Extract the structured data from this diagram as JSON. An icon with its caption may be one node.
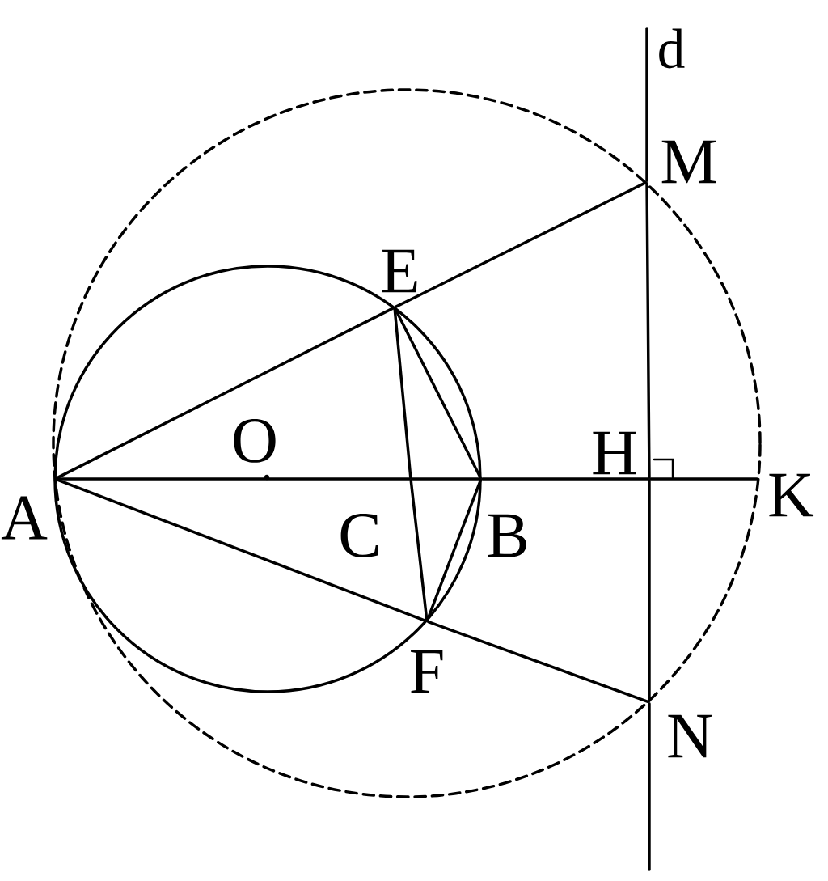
{
  "diagram": {
    "nodes": [
      {
        "text": [
          "A"
        ]
      },
      {
        "text": [
          "O"
        ]
      },
      {
        "text": [
          "C"
        ]
      },
      {
        "text": [
          "B"
        ]
      },
      {
        "text": [
          "E"
        ]
      },
      {
        "text": [
          "F"
        ]
      },
      {
        "text": [
          "H"
        ]
      },
      {
        "text": [
          "K"
        ]
      },
      {
        "text": [
          "M"
        ]
      },
      {
        "text": [
          "N"
        ]
      }
    ],
    "edges": [
      {
        "from": 0,
        "to": 2,
        "arrow": "none"
      },
      {
        "from": 2,
        "to": 3,
        "arrow": "none"
      },
      {
        "from": 3,
        "to": 6,
        "arrow": "none"
      },
      {
        "from": 6,
        "to": 7,
        "arrow": "none"
      },
      {
        "from": 0,
        "to": 4,
        "arrow": "none"
      },
      {
        "from": 4,
        "to": 8,
        "arrow": "none"
      },
      {
        "from": 0,
        "to": 5,
        "arrow": "none"
      },
      {
        "from": 5,
        "to": 9,
        "arrow": "none"
      },
      {
        "from": 4,
        "to": 2,
        "arrow": "none"
      },
      {
        "from": 2,
        "to": 5,
        "arrow": "none"
      },
      {
        "from": 4,
        "to": 3,
        "arrow": "none"
      },
      {
        "from": 5,
        "to": 3,
        "arrow": "none"
      },
      {
        "from": null,
        "to": 8,
        "arrow": "none"
      },
      {
        "from": 8,
        "to": 6,
        "arrow": "none"
      },
      {
        "from": 6,
        "to": 9,
        "arrow": "none"
      },
      {
        "from": 9,
        "to": null,
        "arrow": "none"
      }
    ],
    "labels": [
      "d"
    ]
  }
}
